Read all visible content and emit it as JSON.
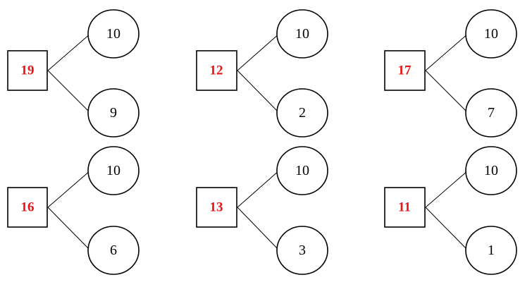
{
  "colors": {
    "total": "#e81416",
    "stroke": "#000000",
    "text": "#000000"
  },
  "trees": [
    {
      "total": "19",
      "parts": [
        "10",
        "9"
      ]
    },
    {
      "total": "12",
      "parts": [
        "10",
        "2"
      ]
    },
    {
      "total": "17",
      "parts": [
        "10",
        "7"
      ]
    },
    {
      "total": "16",
      "parts": [
        "10",
        "6"
      ]
    },
    {
      "total": "13",
      "parts": [
        "10",
        "3"
      ]
    },
    {
      "total": "11",
      "parts": [
        "10",
        "1"
      ]
    }
  ]
}
